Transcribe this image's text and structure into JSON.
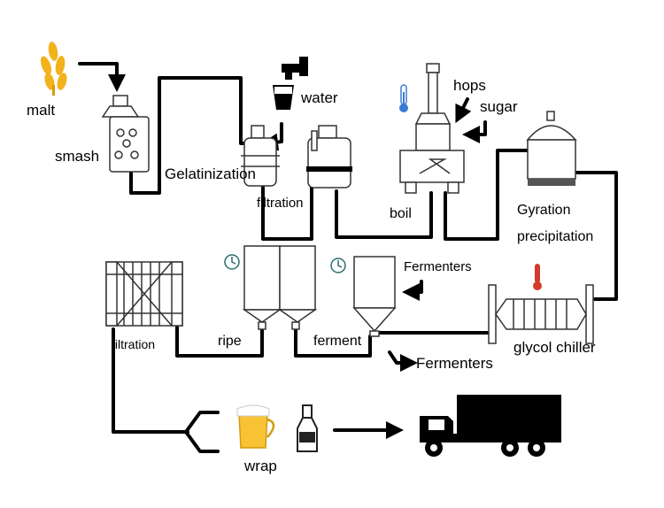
{
  "labels": {
    "malt": "malt",
    "smash": "smash",
    "water": "water",
    "gelatinization": "Gelatinization",
    "filtration_top": "filtration",
    "boil": "boil",
    "hops": "hops",
    "sugar": "sugar",
    "gyration": "Gyration",
    "precipitation": "precipitation",
    "fermenters_upper": "Fermenters",
    "fermenters_lower": "Fermenters",
    "glycol_chiller": "glycol chiller",
    "ferment": "ferment",
    "ripe": "ripe",
    "filtration_left": "filtration",
    "wrap": "wrap"
  },
  "colors": {
    "pipe": "#000000",
    "malt": "#f2b21c",
    "beer": "#f7c233",
    "thermometer_blue": "#3a7bd5",
    "thermometer_red": "#d13b2a",
    "clock": "#2a6e6e"
  },
  "icons": [
    "wheat-icon",
    "tap-icon",
    "thermometer-icon",
    "clock-icon",
    "beer-glass-icon",
    "bottle-icon",
    "truck-icon"
  ]
}
